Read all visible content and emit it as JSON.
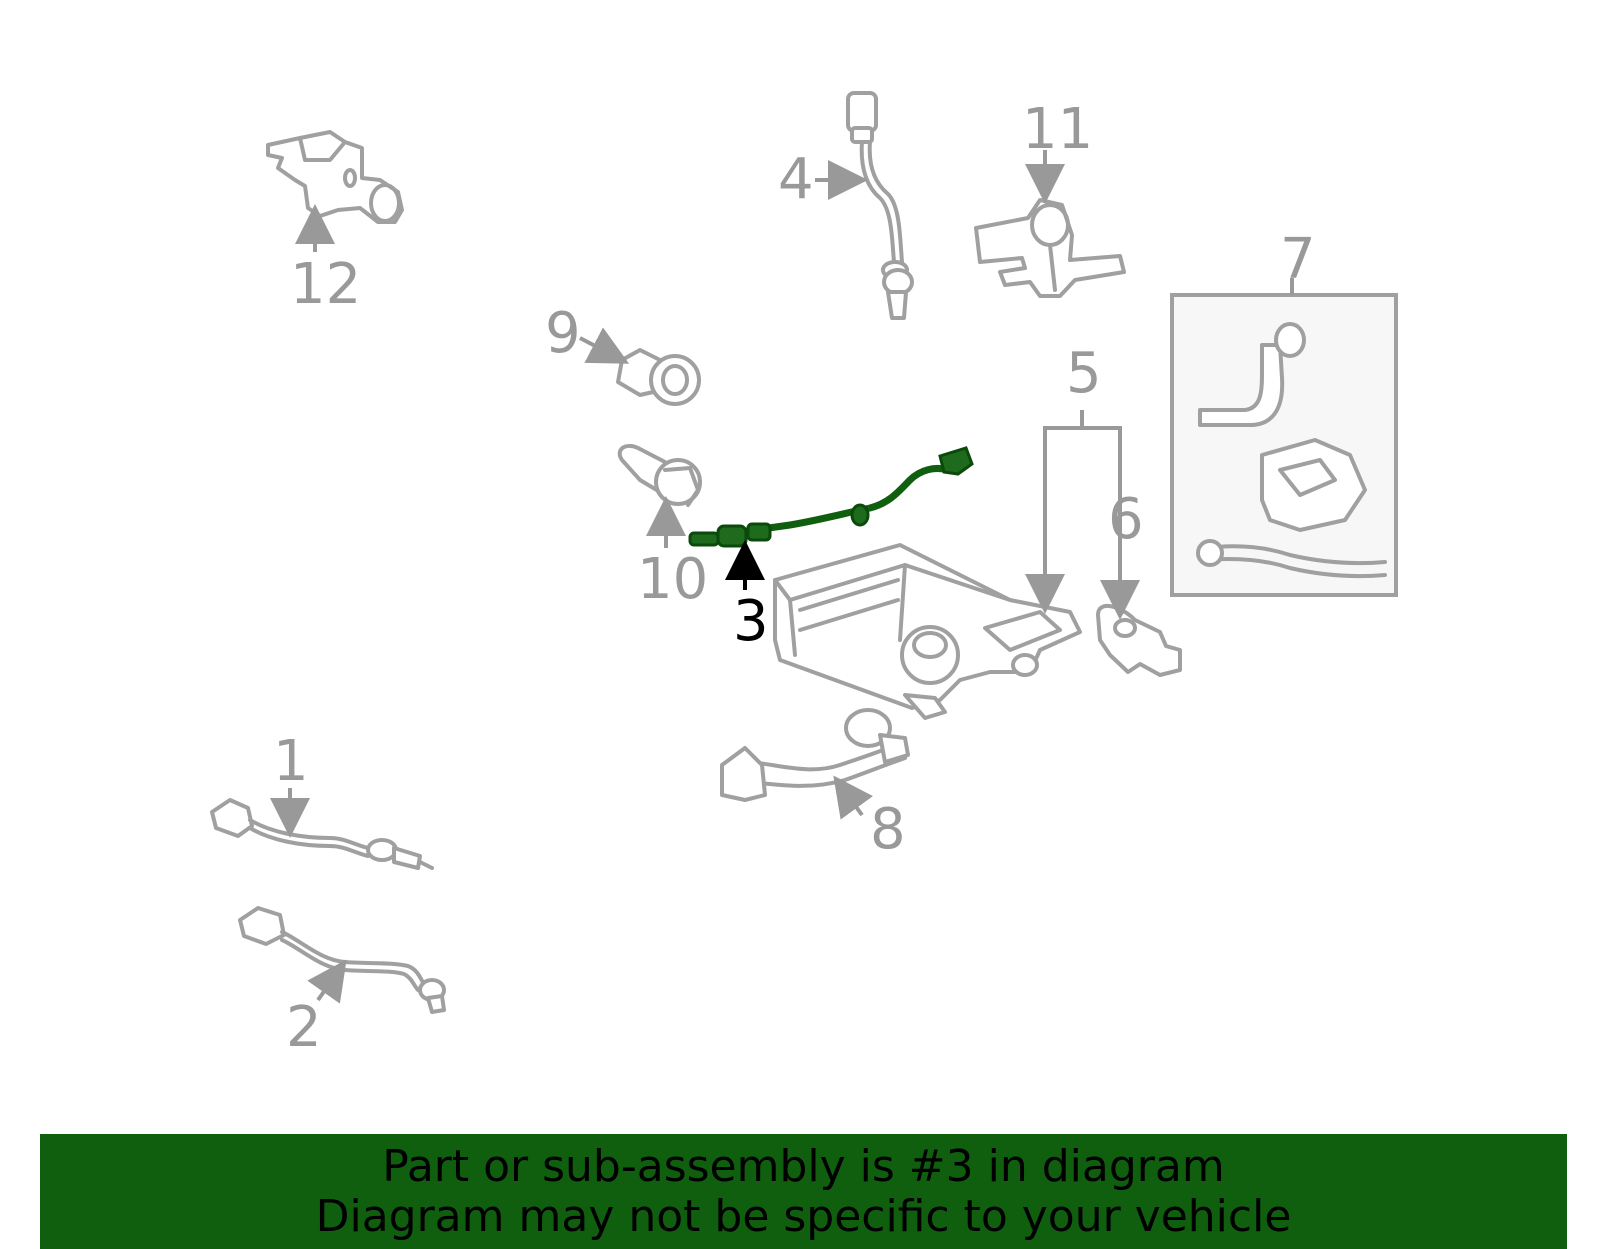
{
  "callouts": {
    "c1": "1",
    "c2": "2",
    "c3": "3",
    "c4": "4",
    "c5": "5",
    "c6": "6",
    "c7": "7",
    "c8": "8",
    "c9": "9",
    "c10": "10",
    "c11": "11",
    "c12": "12"
  },
  "highlight_part": "3",
  "colors": {
    "banner": "#0f5f0f",
    "highlight": "#1e6b1e",
    "parts": "#a0a0a0",
    "callouts": "#999999"
  },
  "banner": {
    "line1": "Part or sub-assembly is #3 in diagram",
    "line2": "Diagram may not be specific to your vehicle"
  }
}
